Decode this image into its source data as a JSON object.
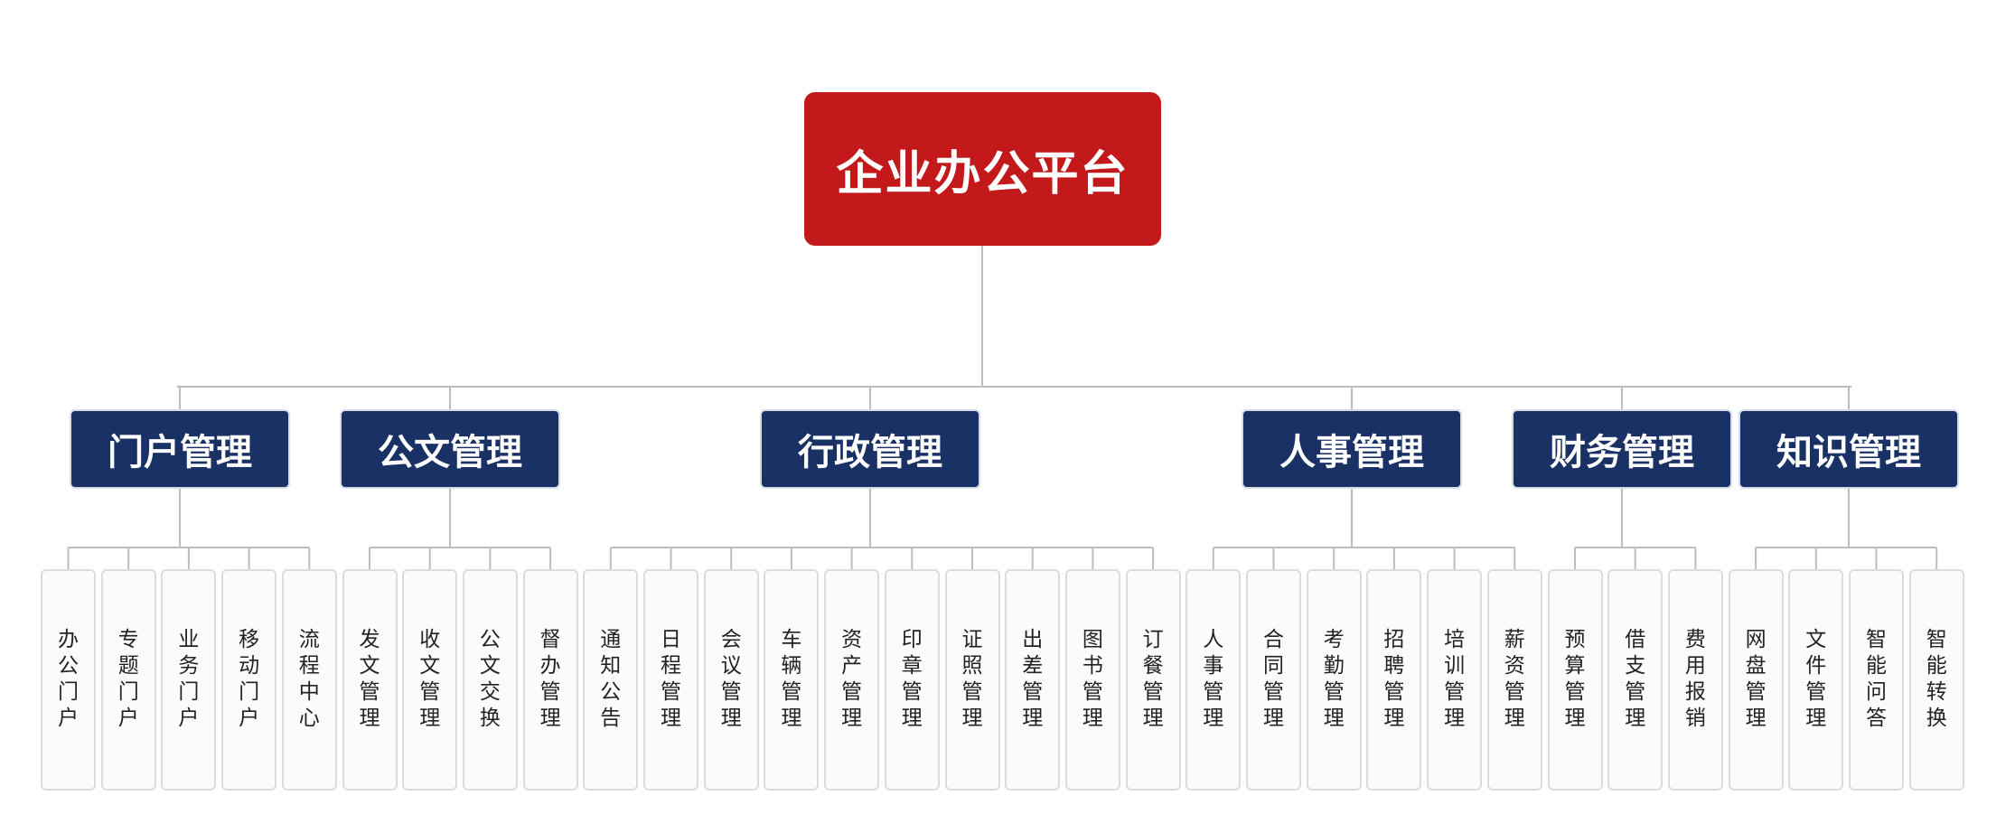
{
  "root": "企业办公平台",
  "categories": [
    {
      "label": "门户管理",
      "items": [
        "办公门户",
        "专题门户",
        "业务门户",
        "移动门户",
        "流程中心"
      ]
    },
    {
      "label": "公文管理",
      "items": [
        "发文管理",
        "收文管理",
        "公文交换",
        "督办管理"
      ]
    },
    {
      "label": "行政管理",
      "items": [
        "通知公告",
        "日程管理",
        "会议管理",
        "车辆管理",
        "资产管理",
        "印章管理",
        "证照管理",
        "出差管理",
        "图书管理",
        "订餐管理"
      ]
    },
    {
      "label": "人事管理",
      "items": [
        "人事管理",
        "合同管理",
        "考勤管理",
        "招聘管理",
        "培训管理",
        "薪资管理"
      ]
    },
    {
      "label": "财务管理",
      "items": [
        "预算管理",
        "借支管理",
        "费用报销"
      ]
    },
    {
      "label": "知识管理",
      "items": [
        "网盘管理",
        "文件管理",
        "智能问答",
        "智能转换"
      ]
    }
  ],
  "colors": {
    "root": "#c3191b",
    "category": "#1a3166",
    "leaf_border": "#dcdcdc",
    "connector": "#bdbdbd"
  }
}
